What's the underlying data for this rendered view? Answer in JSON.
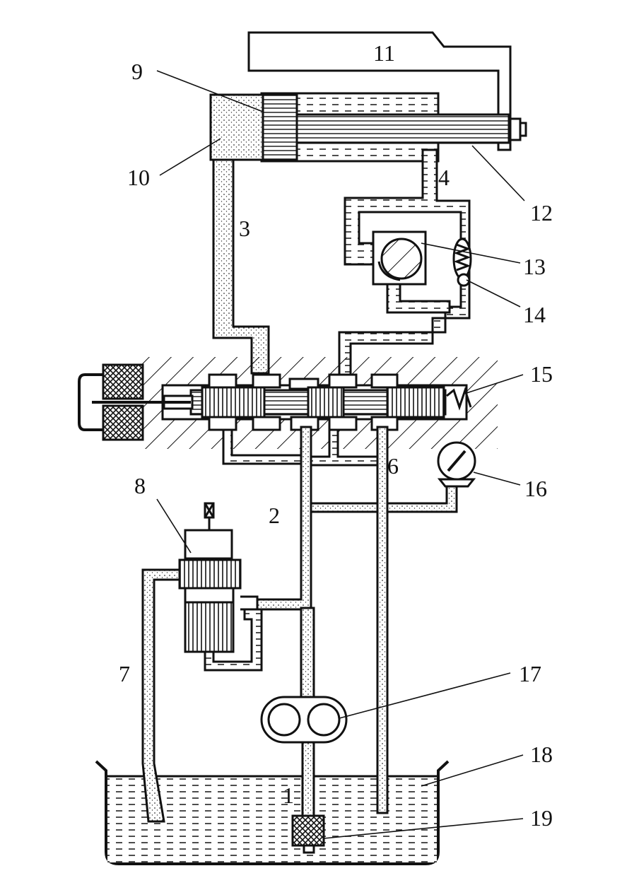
{
  "labels": {
    "l1": "1",
    "l2": "2",
    "l3": "3",
    "l4": "4",
    "l6": "6",
    "l7": "7",
    "l8": "8",
    "l9": "9",
    "l10": "10",
    "l11": "11",
    "l12": "12",
    "l13": "13",
    "l14": "14",
    "l15": "15",
    "l16": "16",
    "l17": "17",
    "l18": "18",
    "l19": "19"
  }
}
